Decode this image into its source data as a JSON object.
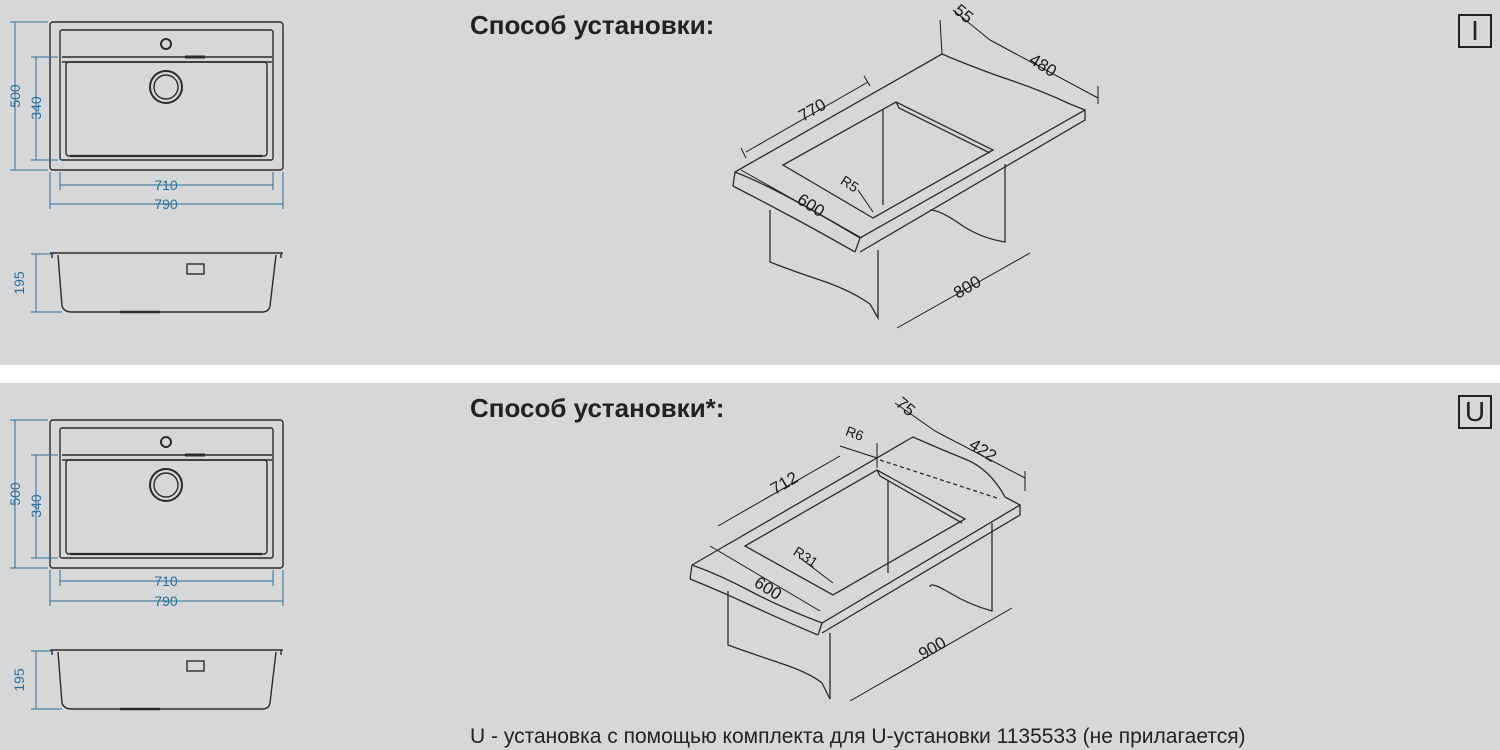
{
  "panels": [
    {
      "title": "Способ установки:",
      "badge": "I",
      "top_view": {
        "outer_depth": "500",
        "bowl_depth": "340",
        "bowl_width": "710",
        "outer_width": "790"
      },
      "side_view": {
        "height": "195"
      },
      "install": {
        "depth": "55",
        "cut_depth": "480",
        "cut_width": "770",
        "radius": "R5",
        "cabinet_depth": "600",
        "cabinet_width": "800"
      },
      "note": ""
    },
    {
      "title": "Способ установки*:",
      "badge": "U",
      "top_view": {
        "outer_depth": "500",
        "bowl_depth": "340",
        "bowl_width": "710",
        "outer_width": "790"
      },
      "side_view": {
        "height": "195"
      },
      "install": {
        "depth": "75",
        "cut_depth": "422",
        "cut_width": "712",
        "radius_top": "R6",
        "radius": "R31",
        "cabinet_depth": "600",
        "cabinet_width": "900"
      },
      "note": "U - установка с помощью комплекта для U-установки 1135533 (не прилагается)"
    }
  ],
  "colors": {
    "panel_bg": "#d6d7d9",
    "dimension_blue": "#2a6f9c",
    "line": "#2b2b2b"
  }
}
